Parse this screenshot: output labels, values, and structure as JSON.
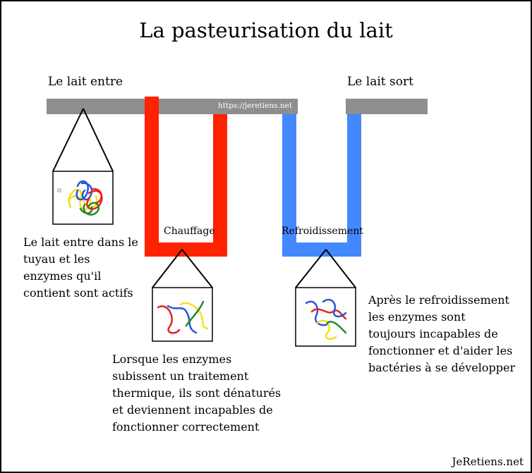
{
  "title": "La pasteurisation du lait",
  "labels": {
    "milk_in": "Le lait entre",
    "milk_out": "Le lait sort",
    "heating": "Chauffage",
    "cooling": "Refroidissement",
    "watermark": "https://jeretiens.net"
  },
  "descriptions": {
    "milk_in": [
      "Le lait entre dans le",
      "tuyau et les",
      "enzymes qu'il",
      "contient sont actifs"
    ],
    "heating": [
      "Lorsque les enzymes",
      "subissent un traitement",
      "thermique, ils sont dénaturés",
      "et deviennent incapables de",
      "fonctionner correctement"
    ],
    "cooling": [
      "Après le refroidissement",
      "les enzymes sont",
      "toujours incapables de",
      "fonctionner et d'aider les",
      "bactéries à se développer"
    ]
  },
  "brand": "JeRetiens.net",
  "colors": {
    "pipe_gray": "#8e8e8e",
    "pipe_heating": "#ff2200",
    "pipe_cooling": "#4488ff",
    "enzyme_blue": "#2a55d8",
    "enzyme_red": "#e52222",
    "enzyme_green": "#1f8a2a",
    "enzyme_yellow": "#f2e21b"
  }
}
